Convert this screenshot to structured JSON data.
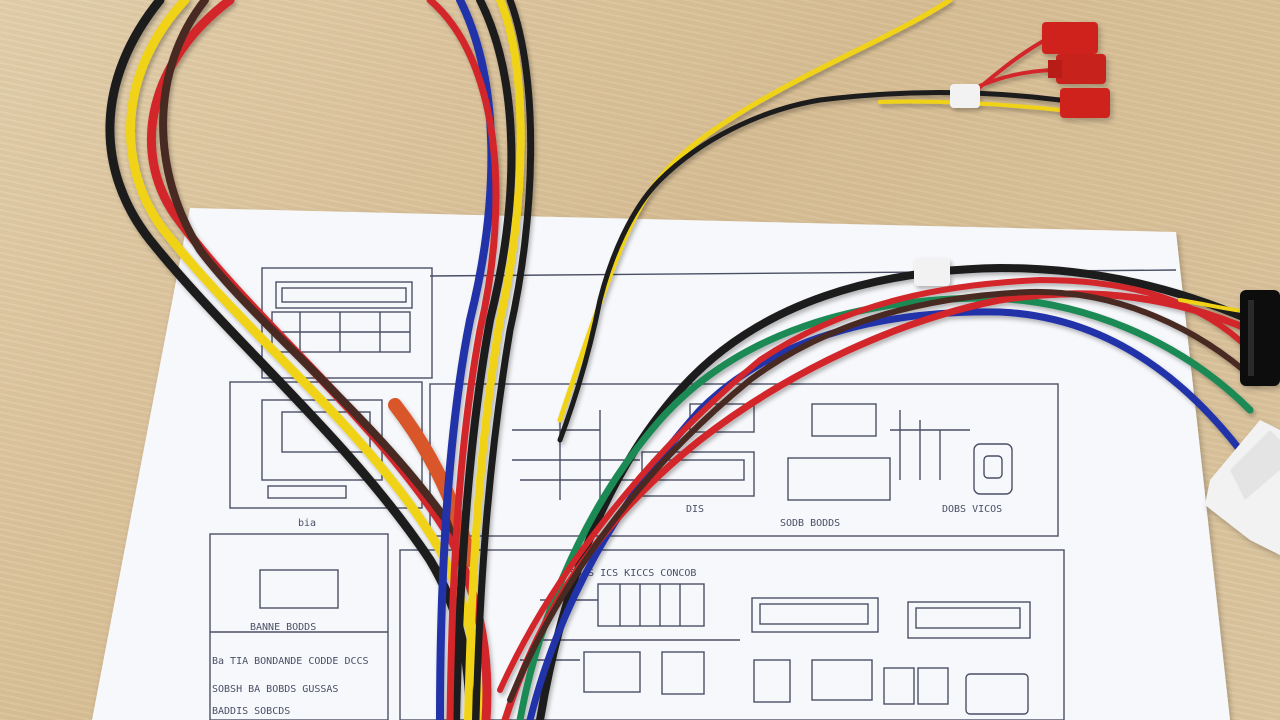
{
  "scene": {
    "description_free": true
  },
  "colors": {
    "table": "#dcc6a0",
    "paper": "#f7f8fb",
    "ink": "#4a4f66",
    "wire_black": "#1c1c1c",
    "wire_red": "#d2262b",
    "wire_yellow": "#f0d316",
    "wire_blue": "#2332a8",
    "wire_green": "#1f8a55",
    "wire_brown": "#4a2a22",
    "connector_red": "#d0231f",
    "connector_black": "#111111",
    "connector_white": "#f2f2f2",
    "heat_shrink_orange": "#d8562a"
  },
  "labels": {
    "box_tl_caption": "bia",
    "box_mid_caption_1": "DIS",
    "box_mid_caption_2": "SODB BODDS",
    "box_mid_caption_3": "DOBS VICOS",
    "box_bl_line1": "BANNE BODDS",
    "box_bl_line2": "Ba TIA BONDANDE CODDE DCCS",
    "box_bl_line3": "SOBSH BA BOBDS GUSSAS",
    "box_bl_line4": "BADDIS SOBCDS",
    "box_br_title": "SDCS ICS KICCS CONCOB"
  },
  "icons": {
    "left_harness": "wire-bundle",
    "right_harness": "wire-bundle",
    "top_connectors": "red-spade-connector",
    "right_plug": "black-multi-pin-connector",
    "zip_tie": "white-cable-tie"
  }
}
